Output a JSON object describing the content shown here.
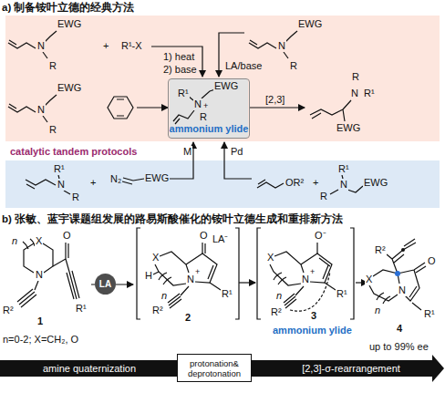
{
  "diagram": {
    "nodes": [
      {
        "text": [
          "ammonium ylide"
        ]
      },
      {
        "text": [
          "LA"
        ]
      },
      {
        "text": [
          "amine quaternization"
        ]
      },
      {
        "text": [
          "protonation& deprotonation"
        ]
      },
      {
        "text": [
          "[2,3]-σ-rearrangement"
        ]
      }
    ],
    "labels": [
      "a) 制备铵叶立德的经典方法",
      "EWG",
      "N",
      "R",
      "+",
      "R¹-X",
      "1) heat",
      "2) base",
      "LA/base",
      "EWG",
      "N",
      "R",
      "EWG",
      "N",
      "R",
      "EWG",
      "N",
      "+",
      "R¹",
      "R",
      "[2,3]",
      "R",
      "N",
      "R¹",
      "EWG",
      "catalytic tandem protocols",
      "M",
      "Pd",
      "R¹",
      "N",
      "R",
      "+",
      "N₂",
      "EWG",
      "OR²",
      "+",
      "R¹",
      "N",
      "R",
      "EWG",
      "b) 张敏、蓝宇课题组发展的路易斯酸催化的铵叶立德生成和重排新方法",
      "n",
      "X",
      "N",
      "O",
      "R¹",
      "R²",
      "1",
      "n=0-2; X=CH₂, O",
      "X",
      "H",
      "n",
      "N",
      "+",
      "O",
      "LA⁻",
      "R¹",
      "R²",
      "2",
      "O⁻",
      "X",
      "n",
      "N",
      "+",
      "R²",
      "R¹",
      "ammonium ylide",
      "3",
      "R²",
      "X",
      "n",
      "N",
      "O",
      "R¹",
      "4",
      "up to 99% ee"
    ]
  }
}
